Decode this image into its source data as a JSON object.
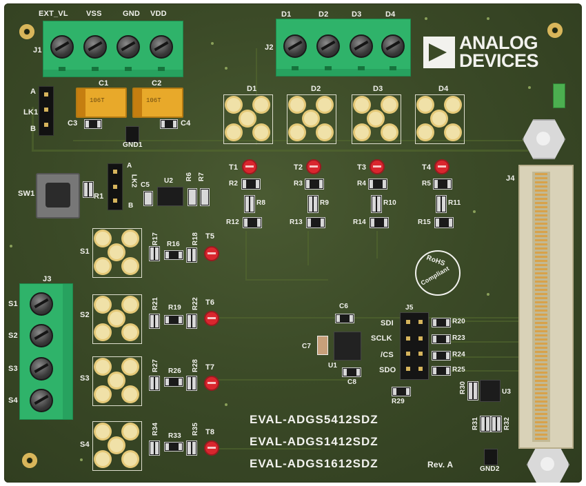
{
  "board": {
    "brand_line1": "ANALOG",
    "brand_line2": "DEVICES",
    "model_1": "EVAL-ADGS5412SDZ",
    "model_2": "EVAL-ADGS1412SDZ",
    "model_3": "EVAL-ADGS1612SDZ",
    "revision": "Rev. A",
    "rohs_1": "RoHS",
    "rohs_2": "Compliant"
  },
  "labels": {
    "ext_vl": "EXT_VL",
    "vss": "VSS",
    "gnd": "GND",
    "vdd": "VDD",
    "j1": "J1",
    "j2": "J2",
    "j3": "J3",
    "j4": "J4",
    "j5": "J5",
    "d1": "D1",
    "d2": "D2",
    "d3": "D3",
    "d4": "D4",
    "c1": "C1",
    "c2": "C2",
    "c3": "C3",
    "c4": "C4",
    "c5": "C5",
    "c6": "C6",
    "c7": "C7",
    "c8": "C8",
    "gnd1": "GND1",
    "gnd2": "GND2",
    "a1": "A",
    "b1": "B",
    "lk1": "LK1",
    "a2": "A",
    "b2": "B",
    "lk2": "LK2",
    "sw1": "SW1",
    "u1": "U1",
    "u2": "U2",
    "u3": "U3",
    "r1": "R1",
    "r2": "R2",
    "r3": "R3",
    "r4": "R4",
    "r5": "R5",
    "r6": "R6",
    "r7": "R7",
    "r8": "R8",
    "r9": "R9",
    "r10": "R10",
    "r11": "R11",
    "r12": "R12",
    "r13": "R13",
    "r14": "R14",
    "r15": "R15",
    "r16": "R16",
    "r17": "R17",
    "r18": "R18",
    "r19": "R19",
    "r20": "R20",
    "r21": "R21",
    "r22": "R22",
    "r23": "R23",
    "r24": "R24",
    "r25": "R25",
    "r26": "R26",
    "r27": "R27",
    "r28": "R28",
    "r29": "R29",
    "r30": "R30",
    "r31": "R31",
    "r32": "R32",
    "r33": "R33",
    "r34": "R34",
    "r35": "R35",
    "t1": "T1",
    "t2": "T2",
    "t3": "T3",
    "t4": "T4",
    "t5": "T5",
    "t6": "T6",
    "t7": "T7",
    "t8": "T8",
    "s1": "S1",
    "s2": "S2",
    "s3": "S3",
    "s4": "S4",
    "sdi": "SDI",
    "sclk": "SCLK",
    "cs": "/CS",
    "sdo": "SDO",
    "c_marking": "106T"
  }
}
